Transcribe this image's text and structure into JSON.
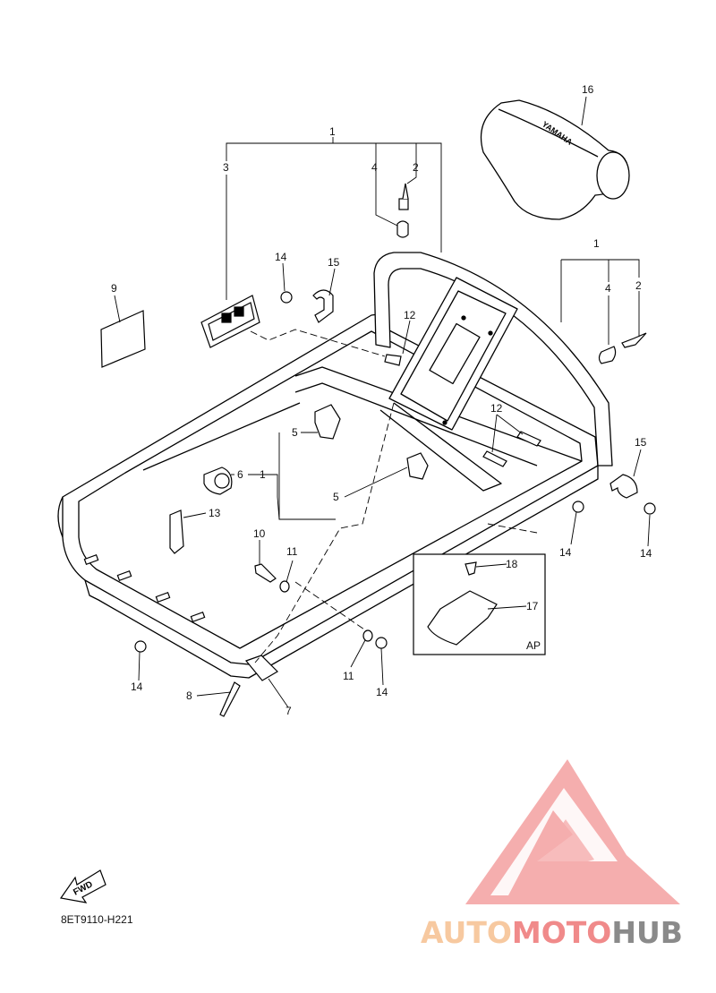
{
  "callouts": {
    "c1a": "1",
    "c1b": "1",
    "c1c": "1",
    "c2a": "2",
    "c2b": "2",
    "c3": "3",
    "c4a": "4",
    "c4b": "4",
    "c5a": "5",
    "c5b": "5",
    "c6": "6",
    "c7": "7",
    "c8": "8",
    "c9": "9",
    "c10": "10",
    "c11a": "11",
    "c11b": "11",
    "c12a": "12",
    "c12b": "12",
    "c13": "13",
    "c14a": "14",
    "c14b": "14",
    "c14c": "14",
    "c14d": "14",
    "c14e": "14",
    "c15a": "15",
    "c15b": "15",
    "c16": "16",
    "c17": "17",
    "c18": "18",
    "ap": "AP"
  },
  "fwd_label": "FWD",
  "cover_brand": "YAMAHA",
  "drawing_code": "8ET9110-H221",
  "watermark": {
    "part1": "AUTO",
    "part2": "MOTO",
    "part3": "HUB",
    "color_light": "#f7c9a0",
    "color_red": "#f08a8a",
    "color_gray": "#8a8a8a"
  }
}
